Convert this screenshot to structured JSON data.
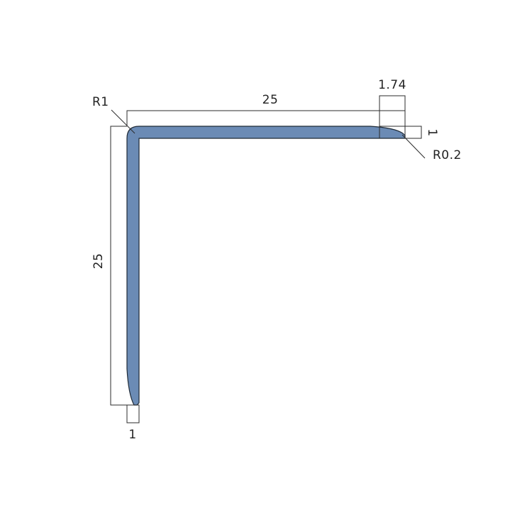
{
  "colors": {
    "profile_fill": "#6b8bb5",
    "outline": "#1f2a36",
    "dimension_lines": "#2b2b2b",
    "background": "#ffffff"
  },
  "labels": {
    "top_length": "25",
    "side_length": "25",
    "tip_width": "1.74",
    "top_thickness": "1",
    "bottom_thickness": "1",
    "inner_radius": "R1",
    "tip_radius": "R0.2"
  }
}
